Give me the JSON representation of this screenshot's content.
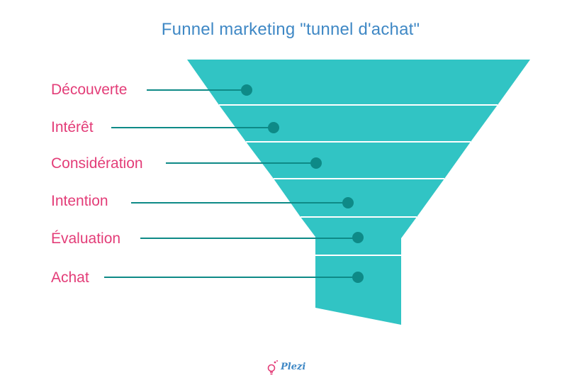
{
  "title": "Funnel marketing \"tunnel d'achat\"",
  "colors": {
    "funnel_fill": "#31c4c4",
    "connector": "#0e8a87",
    "label": "#e33d78",
    "title": "#3f88c5",
    "logo_text": "#3f88c5",
    "logo_icon": "#e33d78"
  },
  "stages": [
    {
      "label": "Découverte"
    },
    {
      "label": "Intérêt"
    },
    {
      "label": "Considération"
    },
    {
      "label": "Intention"
    },
    {
      "label": "Évaluation"
    },
    {
      "label": "Achat"
    }
  ],
  "logo": {
    "text": "Plezi",
    "icon": "lightbulb-icon"
  }
}
